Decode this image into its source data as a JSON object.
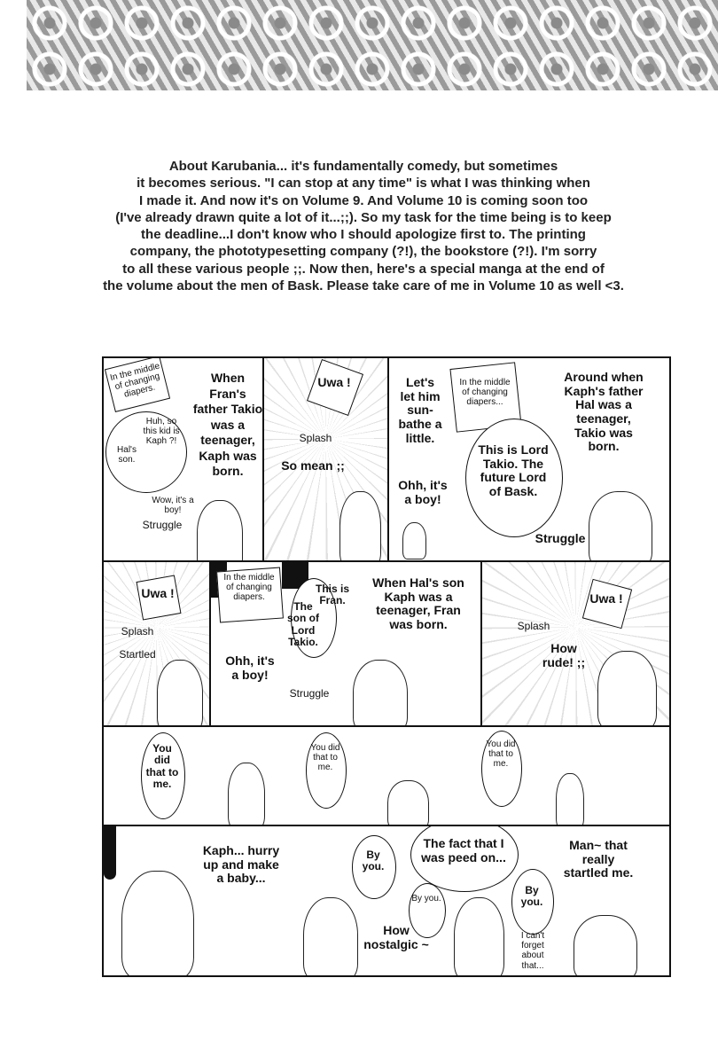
{
  "intro": {
    "lines": [
      "About Karubania... it's fundamentally comedy, but sometimes",
      "it becomes serious. \"I can stop at any time\" is what I was thinking when",
      "I made it. And now it's on Volume 9. And Volume 10 is coming soon too",
      "(I've already drawn quite a lot of it...;;). So my task for the time being is to keep",
      "the deadline...I don't know who I should apologize first to. The printing",
      "company, the phototypesetting company (?!), the bookstore (?!). I'm sorry",
      "to all these various people ;;. Now then, here's a special manga at the end of",
      "the volume about the men of Bask. Please take care of me in Volume 10 as well <3."
    ]
  },
  "comic": {
    "p1": {
      "caption": "In the middle of changing diapers.",
      "narration": "When Fran's father Takio was a teenager, Kaph was born.",
      "bubble1": "Hal's son.",
      "bubble2": "Huh, so this kid is Kaph ?!",
      "line": "Wow, it's a boy!",
      "sfx": "Struggle"
    },
    "p2": {
      "shout": "Uwa !",
      "sfx": "Splash",
      "line": "So mean ;;"
    },
    "p3": {
      "line1": "Let's let him sun-bathe a little.",
      "line2": "Ohh, it's a boy!",
      "caption": "In the middle of changing diapers...",
      "bubble": "This is Lord Takio. The future Lord of Bask.",
      "narration": "Around when Kaph's father Hal was a teenager, Takio was born.",
      "sfx": "Struggle"
    },
    "p4": {
      "shout": "Uwa !",
      "sfx1": "Splash",
      "sfx2": "Startled"
    },
    "p5": {
      "caption": "In the middle of changing diapers.",
      "bubble1": "This is Fran.",
      "bubble2": "The son of Lord Takio.",
      "narration": "When Hal's son Kaph was a teenager, Fran was born.",
      "line": "Ohh, it's a boy!",
      "sfx": "Struggle"
    },
    "p6": {
      "shout": "Uwa !",
      "sfx": "Splash",
      "line": "How rude! ;;"
    },
    "p7": {
      "bubble1": "You did that to me.",
      "bubble2": "You did that to me.",
      "bubble3": "You did that to me."
    },
    "p8": {
      "line1": "Kaph... hurry up and make a baby...",
      "line2": "How nostalgic ~",
      "bubble_main": "The fact that I was peed on...",
      "by1": "By you.",
      "by2": "By you.",
      "by3": "By you.",
      "line3": "I can't forget about that...",
      "line4": "Man~ that really startled me."
    }
  }
}
